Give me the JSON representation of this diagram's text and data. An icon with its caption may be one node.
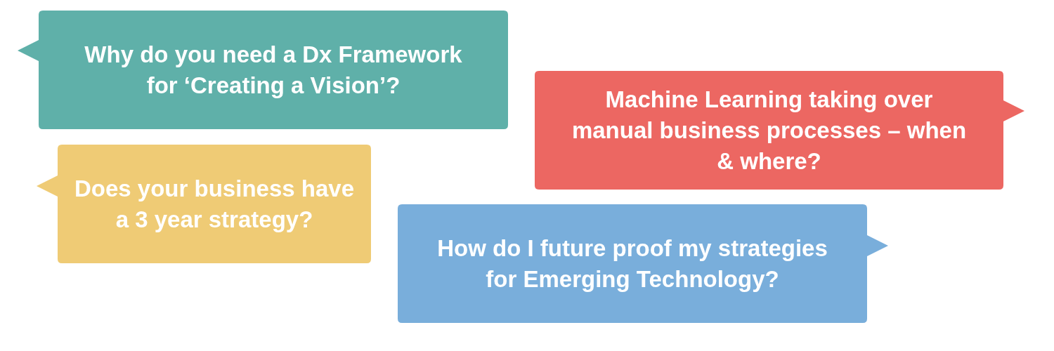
{
  "diagram": {
    "nodes": [
      {
        "text": [
          "Why do you need a Dx Framework for ‘Creating a Vision’?"
        ]
      },
      {
        "text": [
          "Machine Learning taking over manual business processes – when & where?"
        ]
      },
      {
        "text": [
          "Does your business have a 3 year strategy?"
        ]
      },
      {
        "text": [
          "How do I future proof my strategies for Emerging Technology?"
        ]
      }
    ]
  }
}
